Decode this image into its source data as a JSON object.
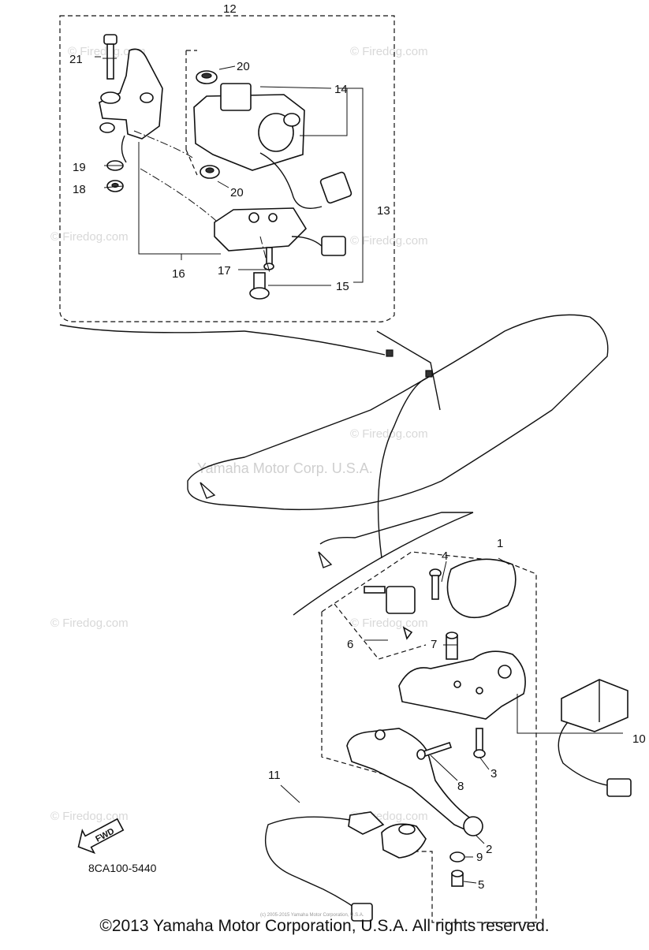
{
  "watermarks": {
    "site": "© Firedog.com",
    "manufacturer": "Yamaha Motor Corp. U.S.A."
  },
  "callouts": [
    "12",
    "21",
    "20",
    "14",
    "19",
    "18",
    "20",
    "13",
    "16",
    "17",
    "15",
    "1",
    "4",
    "6",
    "7",
    "10",
    "3",
    "8",
    "11",
    "2",
    "9",
    "5"
  ],
  "fwd_label": "FWD",
  "part_code": "8CA100-5440",
  "fine_print": "(c) 2005-2015 Yamaha Motor Corporation, U.S.A.",
  "copyright": "©2013 Yamaha Motor Corporation, U.S.A. All rights reserved."
}
